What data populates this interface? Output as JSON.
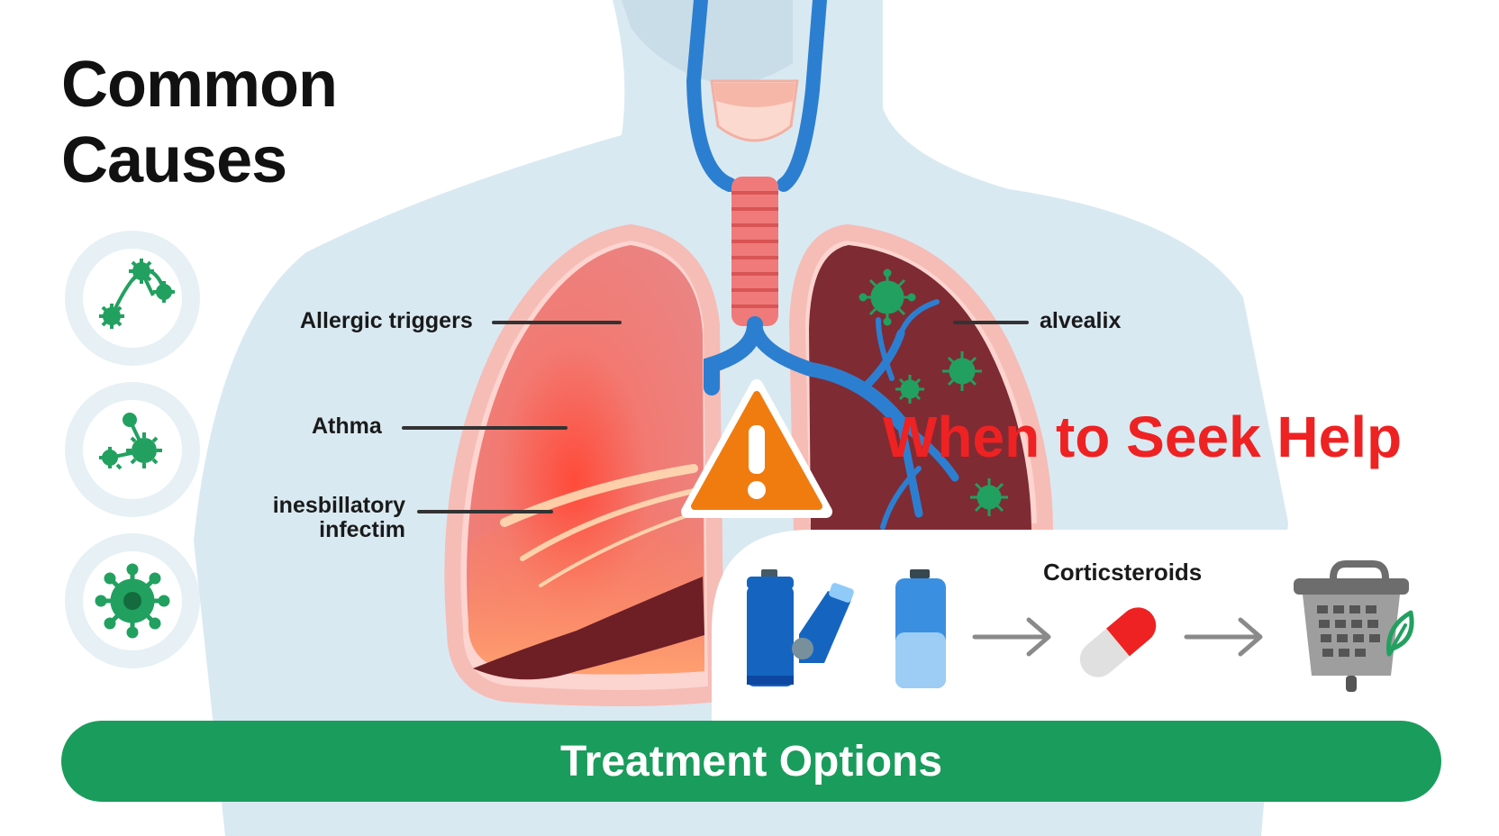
{
  "title": {
    "line1": "Common",
    "line2": "Causes"
  },
  "labels": {
    "allergic": "Allergic triggers",
    "athma": "Athma",
    "inflam_line1": "inesbillatory",
    "inflam_line2": "infectim",
    "alveoli": "alvealix"
  },
  "help_heading": "When to Seek Help",
  "treatment": {
    "drug_label": "Corticsteroids",
    "banner": "Treatment Options"
  },
  "icons": [
    "network-bacteria-icon",
    "network-germ-icon",
    "virus-icon",
    "warning-icon",
    "inhaler-icon",
    "canister-icon",
    "arrow-right-icon",
    "capsule-icon",
    "air-purifier-icon",
    "leaf-icon"
  ],
  "colors": {
    "banner": "#1a9c5c",
    "help_text": "#ee2222",
    "virus": "#22a060",
    "airway": "#2c7fd0",
    "warning": "#f07c10",
    "inflamed_lung": "#7e2b34"
  }
}
